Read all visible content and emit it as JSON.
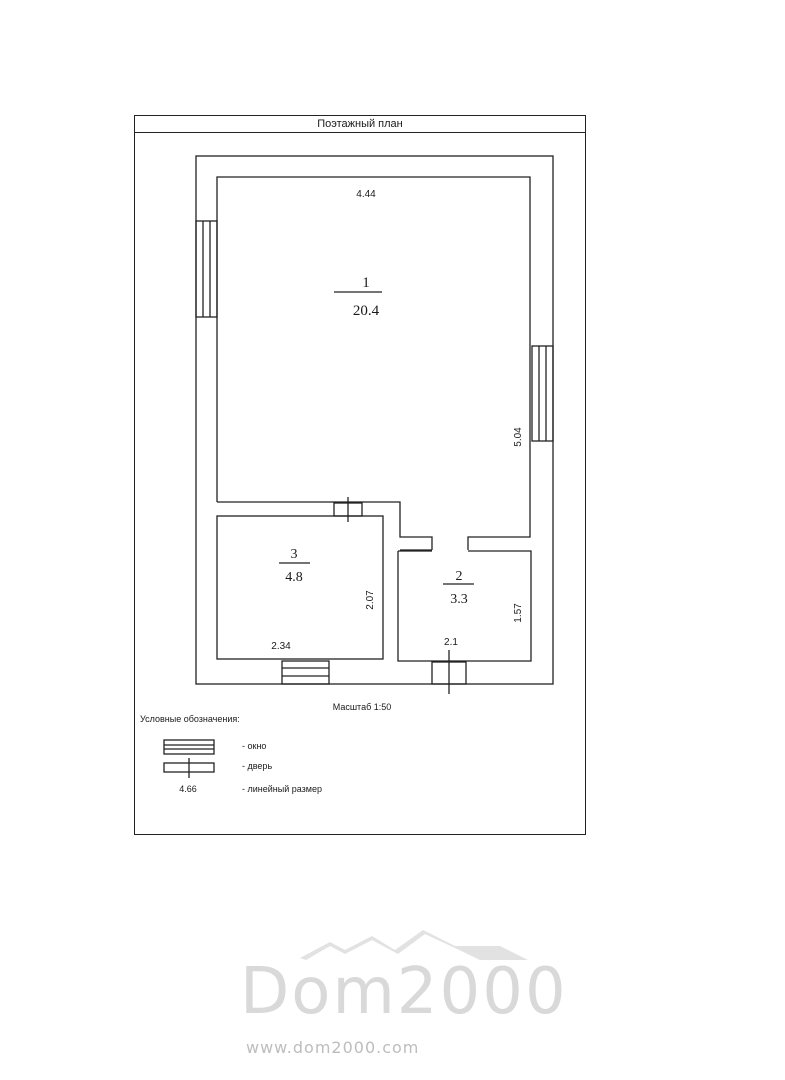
{
  "sheet_title": "Поэтажный план",
  "scale_label": "Масштаб 1:50",
  "legend": {
    "title": "Условные обозначения:",
    "window": "- окно",
    "door": "- дверь",
    "dimension_sample": "4.66",
    "dimension": "- линейный размер"
  },
  "rooms": [
    {
      "number": "1",
      "area": "20.4"
    },
    {
      "number": "2",
      "area": "3.3"
    },
    {
      "number": "3",
      "area": "4.8"
    }
  ],
  "dimensions": {
    "room1_width": "4.44",
    "room1_height": "5.04",
    "room2_height": "1.57",
    "room2_width": "2.1",
    "room3_height": "2.07",
    "room3_width": "2.34"
  },
  "watermark": {
    "brand": "Dom2000",
    "url": "www.dom2000.com"
  },
  "colors": {
    "line": "#222222",
    "watermark": "#d9d9d9"
  }
}
